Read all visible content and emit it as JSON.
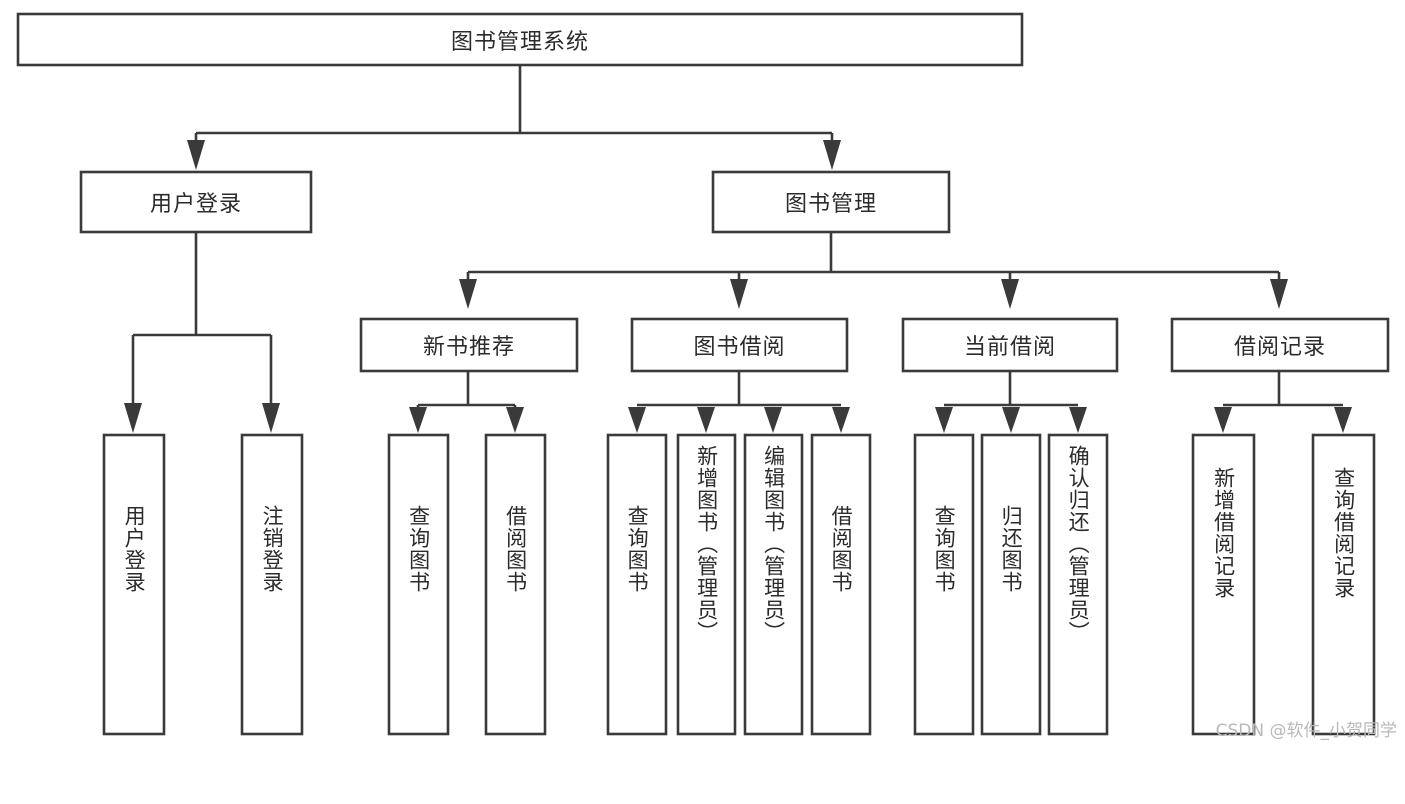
{
  "diagram": {
    "title": "图书管理系统",
    "type": "tree-hierarchy",
    "watermark": "CSDN @软件_小贺同学",
    "accent_colors": {
      "stroke": "#3a3a3a",
      "box_fill": "#ffffff",
      "text": "#2b2b2b",
      "background": "#ffffff",
      "watermark": "#b9b9b9"
    },
    "root": {
      "label": "图书管理系统",
      "orientation": "horizontal"
    },
    "level2": [
      {
        "id": "user-login",
        "label": "用户登录",
        "orientation": "horizontal"
      },
      {
        "id": "book-management",
        "label": "图书管理",
        "orientation": "horizontal"
      }
    ],
    "level3": [
      {
        "id": "new-book-recommend",
        "label": "新书推荐",
        "orientation": "horizontal",
        "parent": "book-management"
      },
      {
        "id": "book-borrow",
        "label": "图书借阅",
        "orientation": "horizontal",
        "parent": "book-management"
      },
      {
        "id": "current-borrow",
        "label": "当前借阅",
        "orientation": "horizontal",
        "parent": "book-management"
      },
      {
        "id": "borrow-records",
        "label": "借阅记录",
        "orientation": "horizontal",
        "parent": "book-management"
      }
    ],
    "leaves": {
      "user_login": [
        {
          "id": "leaf-user-login",
          "label": "用户登录"
        },
        {
          "id": "leaf-user-logout",
          "label": "注销登录"
        }
      ],
      "new_book_recommend": [
        {
          "id": "leaf-query-book-1",
          "label": "查询图书"
        },
        {
          "id": "leaf-borrow-book-1",
          "label": "借阅图书"
        }
      ],
      "book_borrow": [
        {
          "id": "leaf-query-book-2",
          "label": "查询图书"
        },
        {
          "id": "leaf-add-book",
          "label": "新增图书（管理员）"
        },
        {
          "id": "leaf-edit-book",
          "label": "编辑图书（管理员）"
        },
        {
          "id": "leaf-borrow-book-2",
          "label": "借阅图书"
        }
      ],
      "current_borrow": [
        {
          "id": "leaf-query-book-3",
          "label": "查询图书"
        },
        {
          "id": "leaf-return-book",
          "label": "归还图书"
        },
        {
          "id": "leaf-confirm-return",
          "label": "确认归还（管理员）"
        }
      ],
      "borrow_records": [
        {
          "id": "leaf-add-record",
          "label": "新增借阅记录"
        },
        {
          "id": "leaf-query-record",
          "label": "查询借阅记录"
        }
      ]
    }
  }
}
